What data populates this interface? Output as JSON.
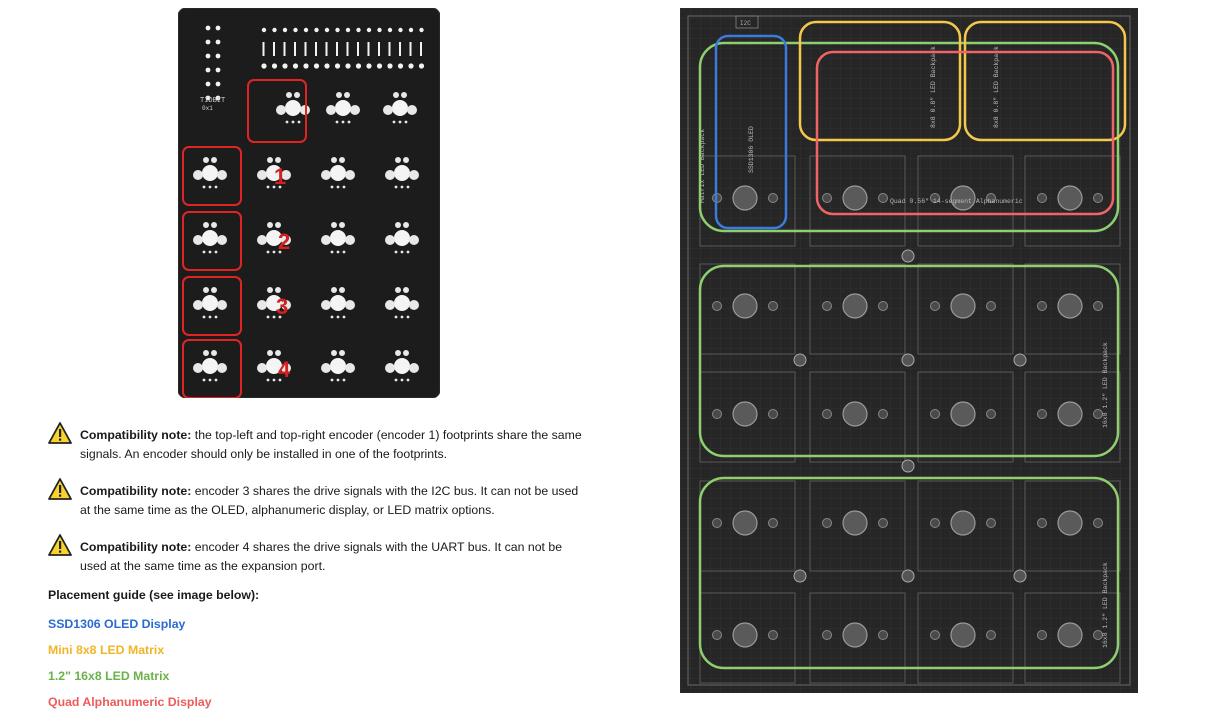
{
  "notes": [
    {
      "label": "Compatibility note:",
      "text": " the top-left and top-right encoder (encoder 1) footprints share the same signals. An encoder should only be installed in one of the footprints."
    },
    {
      "label": "Compatibility note:",
      "text": " encoder 3 shares the drive signals with the I2C bus. It can not be used at the same time as the OLED, alphanumeric display, or LED matrix options."
    },
    {
      "label": "Compatibility note:",
      "text": " encoder 4 shares the drive signals with the UART bus. It can not be used at the same time as the expansion port."
    }
  ],
  "guide_title": "Placement guide (see image below):",
  "legend": [
    {
      "label": "SSD1306 OLED Display",
      "color": "#2a6bd0"
    },
    {
      "label": "Mini 8x8 LED Matrix",
      "color": "#f0b526"
    },
    {
      "label": "1.2\" 16x8 LED Matrix",
      "color": "#6bb24a"
    },
    {
      "label": "Quad Alphanumeric Display",
      "color": "#ef5a5a"
    }
  ],
  "pcb": {
    "brand": "TIDBIT",
    "brand_sub": "0x1",
    "encoder_numbers": [
      "1",
      "2",
      "3",
      "4"
    ],
    "highlight_color": "#e02424",
    "silk": {
      "oled": "SSD1306 OLED",
      "matrix_left": "Matrix LED Backpack",
      "mini_a": "8x8 0.8\" LED Backpack",
      "mini_b": "8x8 0.8\" LED Backpack",
      "quad": "Quad 0.56\" 14-segment Alphanumeric",
      "big_a": "16x8 1.2\" LED Backpack",
      "big_b": "16x8 1.2\" LED Backpack",
      "top_tag": "I2C"
    }
  }
}
